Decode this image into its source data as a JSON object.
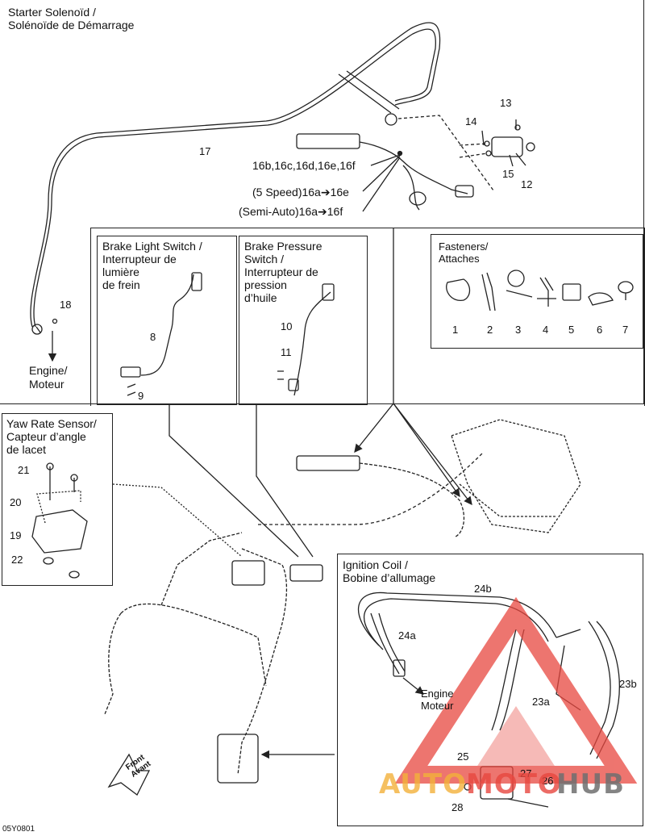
{
  "titles": {
    "starter": "Starter Solenoïd /\nSolénoïde de Démarrage",
    "brake_light": "Brake Light Switch /\nInterrupteur de\nlumière\nde frein",
    "brake_pressure": "Brake Pressure\nSwitch /\nInterrupteur de\npression\nd’huile",
    "fasteners": "Fasteners/\nAttaches",
    "yaw": "Yaw Rate Sensor/\nCapteur d’angle\nde lacet",
    "ignition": "Ignition Coil /\nBobine d’allumage"
  },
  "labels": {
    "engine_top": "Engine/\nMoteur",
    "engine_ign": "Engine\nMoteur",
    "callout_16": "16b,16c,16d,16e,16f",
    "callout_5speed": "(5 Speed)16a➔16e",
    "callout_semiauto": "(Semi-Auto)16a➔16f",
    "front": "Front\nAvant",
    "code": "05Y0801"
  },
  "numbers": {
    "n1": "1",
    "n2": "2",
    "n3": "3",
    "n4": "4",
    "n5": "5",
    "n6": "6",
    "n7": "7",
    "n8": "8",
    "n9": "9",
    "n10": "10",
    "n11": "11",
    "n12": "12",
    "n13": "13",
    "n14": "14",
    "n15": "15",
    "n17": "17",
    "n18": "18",
    "n19": "19",
    "n20": "20",
    "n21": "21",
    "n22": "22",
    "n23a": "23a",
    "n23b": "23b",
    "n24a": "24a",
    "n24b": "24b",
    "n25": "25",
    "n26": "26",
    "n27": "27",
    "n28": "28"
  },
  "watermark": {
    "auto": "AUTO",
    "moto": "MOTO",
    "hub": "HUB"
  },
  "colors": {
    "line": "#222222",
    "watermark_red": "#e8473f",
    "watermark_orange": "#f3b13a",
    "watermark_grey": "#6f6f6f"
  }
}
